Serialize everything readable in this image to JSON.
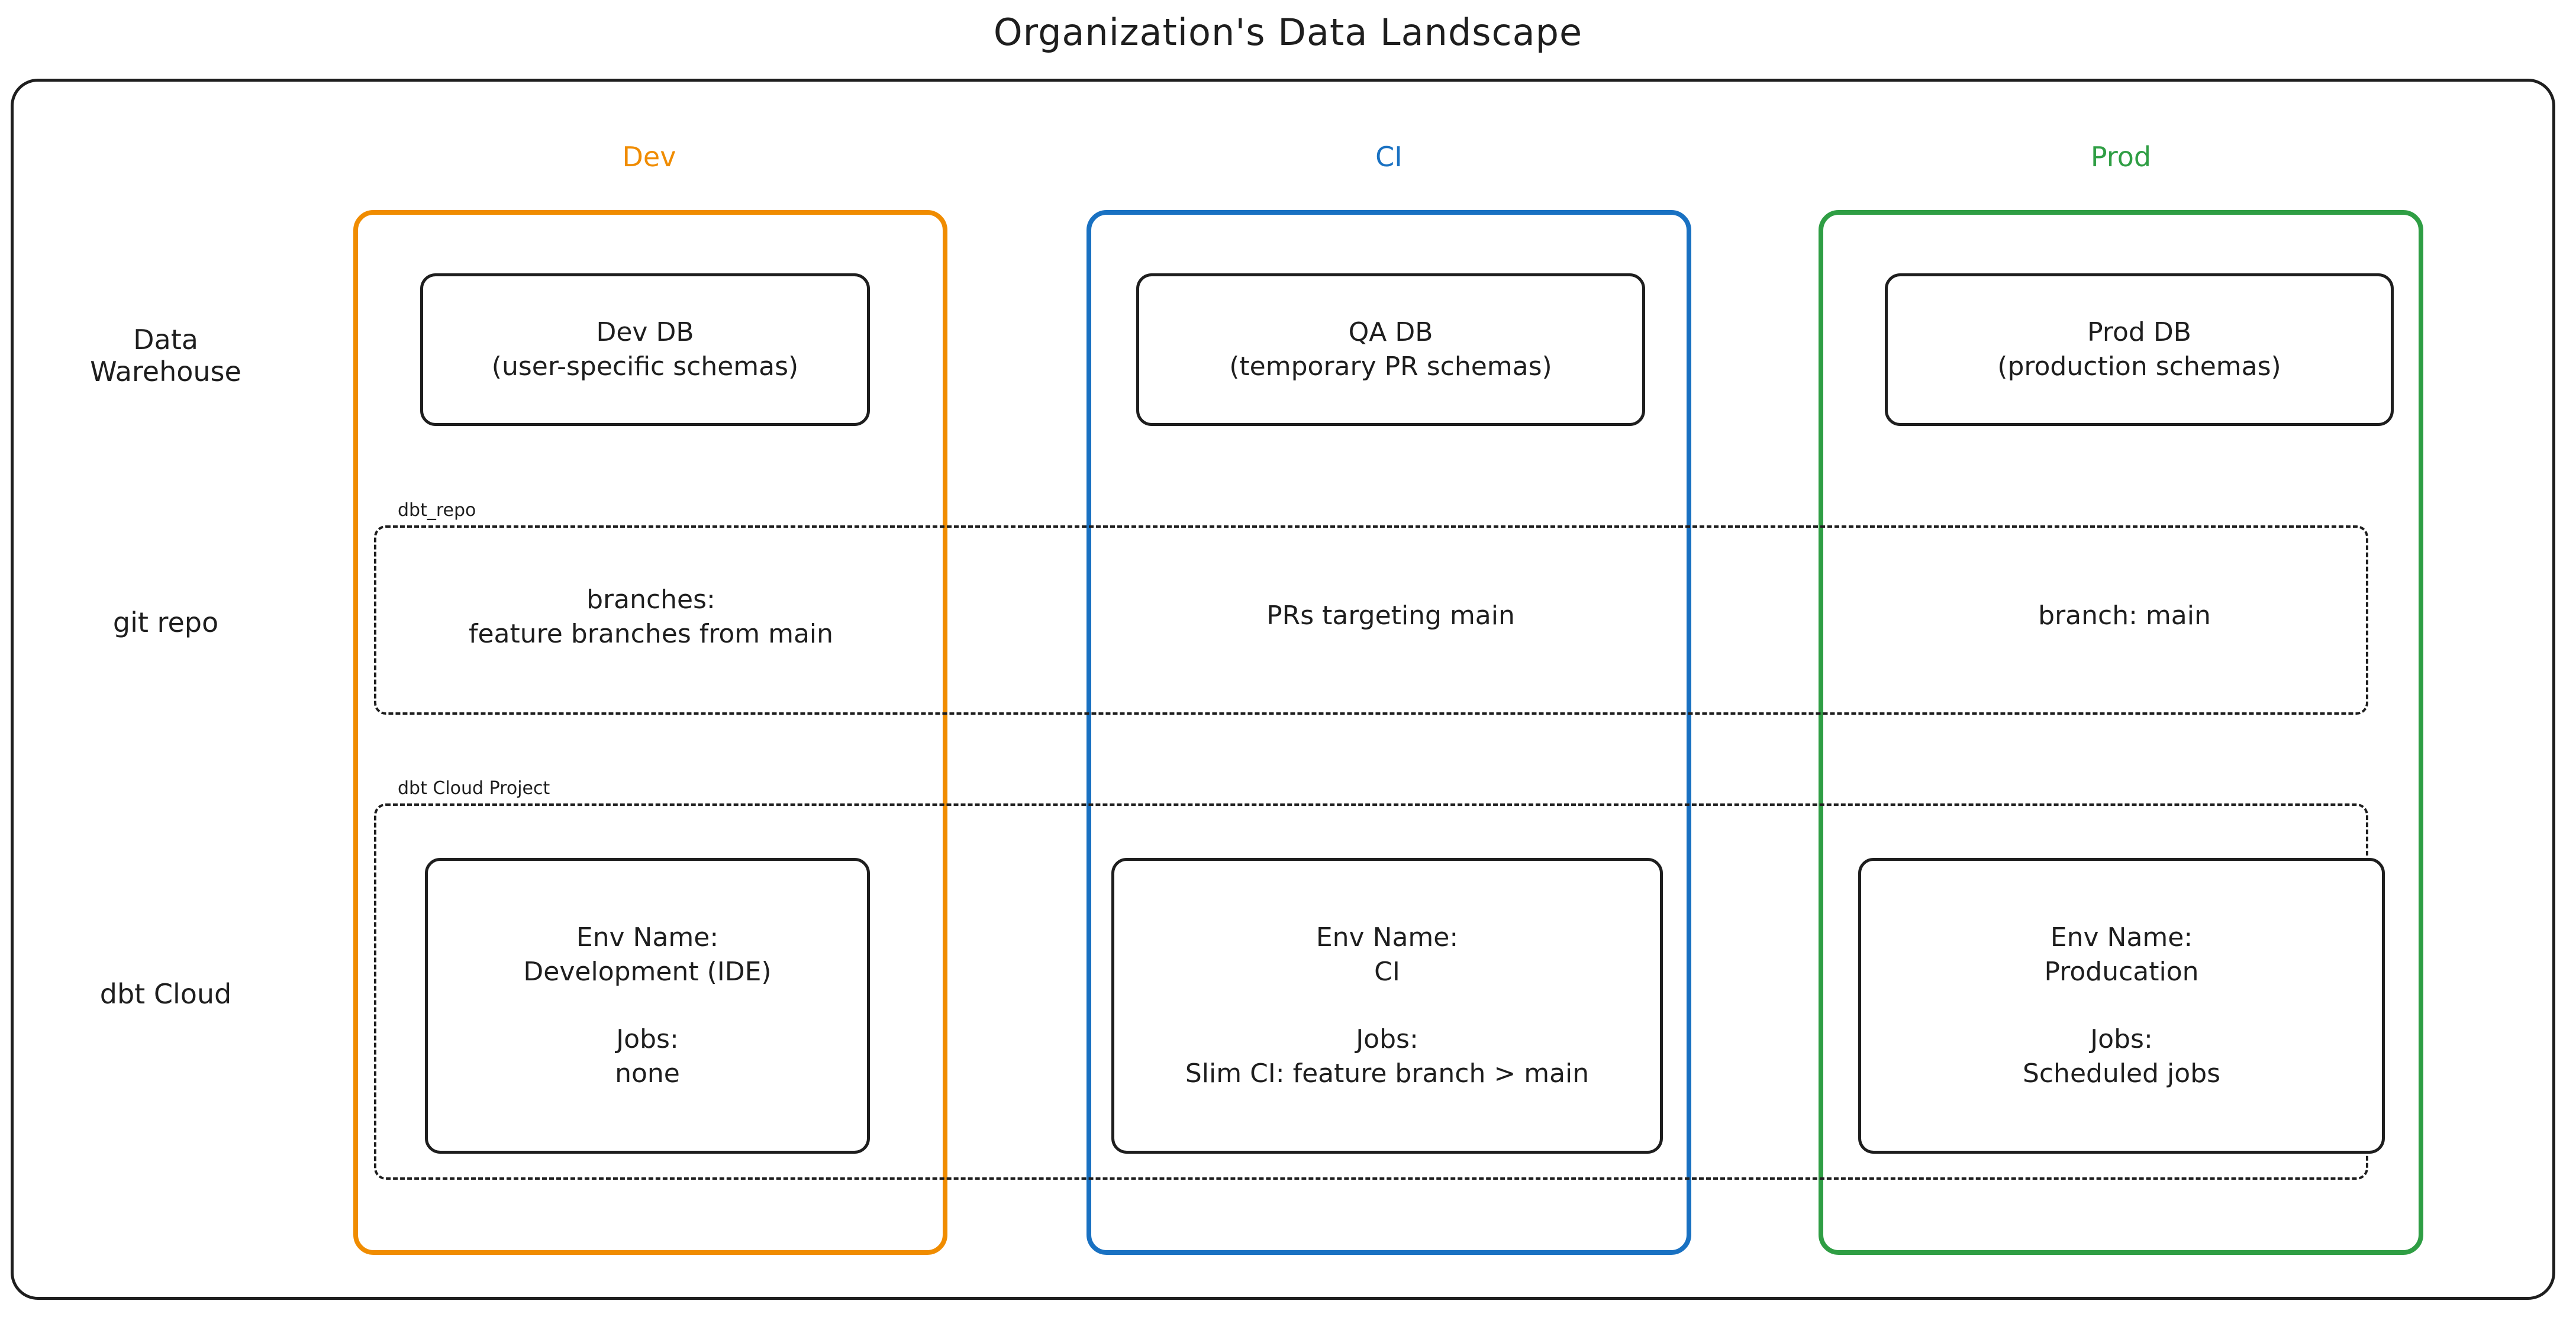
{
  "title": "Organization's Data Landscape",
  "columns": [
    {
      "id": "dev",
      "label": "Dev",
      "color": "#f08c00"
    },
    {
      "id": "ci",
      "label": "CI",
      "color": "#1971c2"
    },
    {
      "id": "prod",
      "label": "Prod",
      "color": "#2f9e44"
    }
  ],
  "rows": [
    {
      "id": "data_warehouse",
      "label_line1": "Data",
      "label_line2": "Warehouse"
    },
    {
      "id": "git_repo",
      "label_line1": "git repo",
      "label_line2": ""
    },
    {
      "id": "dbt_cloud",
      "label_line1": "dbt Cloud",
      "label_line2": ""
    }
  ],
  "groups": {
    "repo": {
      "label": "dbt_repo"
    },
    "cloud": {
      "label": "dbt Cloud Project"
    }
  },
  "data_warehouse": {
    "dev": {
      "line1": "Dev DB",
      "line2": "(user-specific schemas)"
    },
    "ci": {
      "line1": "QA DB",
      "line2": "(temporary PR schemas)"
    },
    "prod": {
      "line1": "Prod DB",
      "line2": "(production schemas)"
    }
  },
  "git_repo": {
    "dev": {
      "line1": "branches:",
      "line2": "feature branches from main"
    },
    "ci": {
      "line1": "PRs targeting main",
      "line2": ""
    },
    "prod": {
      "line1": "branch: main",
      "line2": ""
    }
  },
  "dbt_cloud": {
    "dev": {
      "env_label": "Env Name:",
      "env_value": "Development (IDE)",
      "jobs_label": "Jobs:",
      "jobs_value": "none"
    },
    "ci": {
      "env_label": "Env Name:",
      "env_value": "CI",
      "jobs_label": "Jobs:",
      "jobs_value": "Slim CI: feature branch > main"
    },
    "prod": {
      "env_label": "Env Name:",
      "env_value": "Producation",
      "jobs_label": "Jobs:",
      "jobs_value": "Scheduled jobs"
    }
  }
}
